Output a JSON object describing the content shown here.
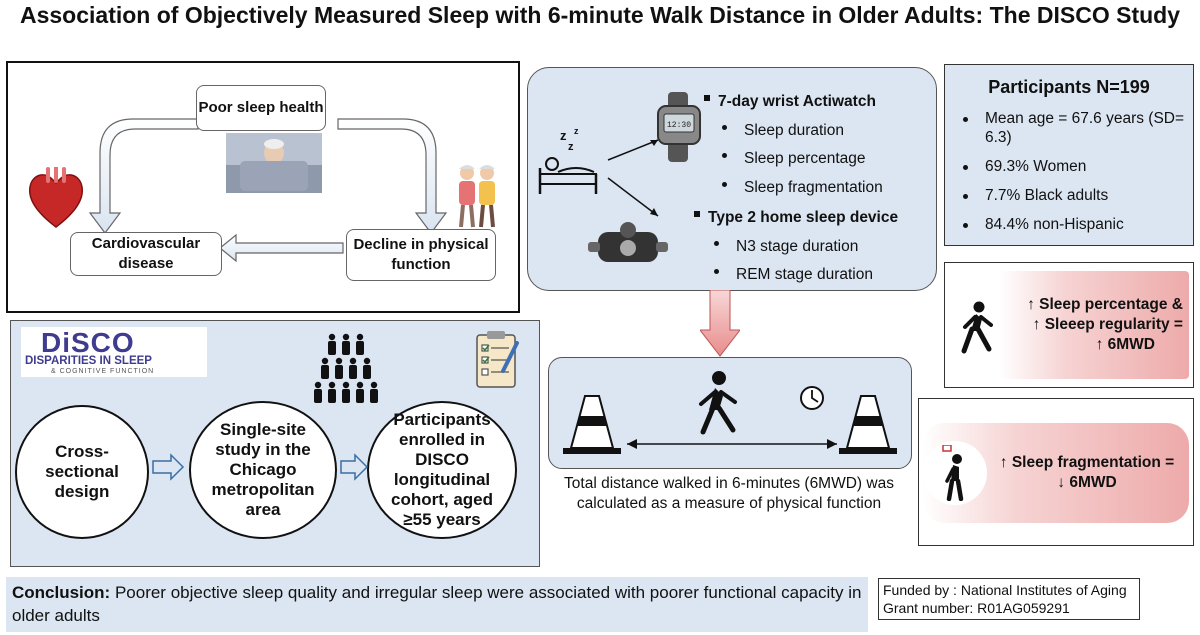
{
  "title": "Association of Objectively Measured Sleep with 6-minute Walk Distance in Older Adults: The DISCO Study",
  "cycle": {
    "poor_sleep": "Poor sleep health",
    "cardio": "Cardiovascular disease",
    "decline": "Decline in physical function"
  },
  "devices": {
    "actiwatch_title": "7-day wrist Actiwatch",
    "actiwatch_items": [
      "Sleep duration",
      "Sleep percentage",
      "Sleep fragmentation"
    ],
    "home_title": "Type 2 home sleep device",
    "home_items": [
      "N3 stage duration",
      "REM stage duration"
    ],
    "watch_display": "12:30",
    "sleep_z": "z z z"
  },
  "participants": {
    "header": "Participants N=199",
    "items": [
      "Mean age = 67.6 years (SD= 6.3)",
      "69.3% Women",
      "7.7% Black adults",
      "84.4% non-Hispanic"
    ]
  },
  "disco": {
    "logo_word": "DiSCO",
    "logo_sub1": "DISPARITIES IN SLEEP",
    "logo_sub2": "& COGNITIVE FUNCTION",
    "circle1": "Cross-sectional design",
    "circle2": "Single-site study in the Chicago metropolitan area",
    "circle3": "Participants enrolled in DISCO longitudinal cohort, aged ≥55 years"
  },
  "walk_test": {
    "caption": "Total distance walked in 6-minutes (6MWD) was calculated as a measure of physical function"
  },
  "results": {
    "positive_line1": "↑ Sleep percentage &",
    "positive_line2": "↑ Sleeep regularity =",
    "positive_line3": "↑ 6MWD",
    "negative_line1": "↑ Sleep fragmentation =",
    "negative_line2": "↓ 6MWD"
  },
  "conclusion": {
    "label": "Conclusion:",
    "text": " Poorer objective sleep quality and irregular sleep were associated with poorer functional capacity in older adults"
  },
  "funding": {
    "line1": "Funded by : National Institutes of Aging",
    "line2": "Grant number: R01AG059291"
  },
  "colors": {
    "light_blue": "#dce6f2",
    "pink": "#eeaaaa",
    "arrow_blue": "#4472c4"
  }
}
